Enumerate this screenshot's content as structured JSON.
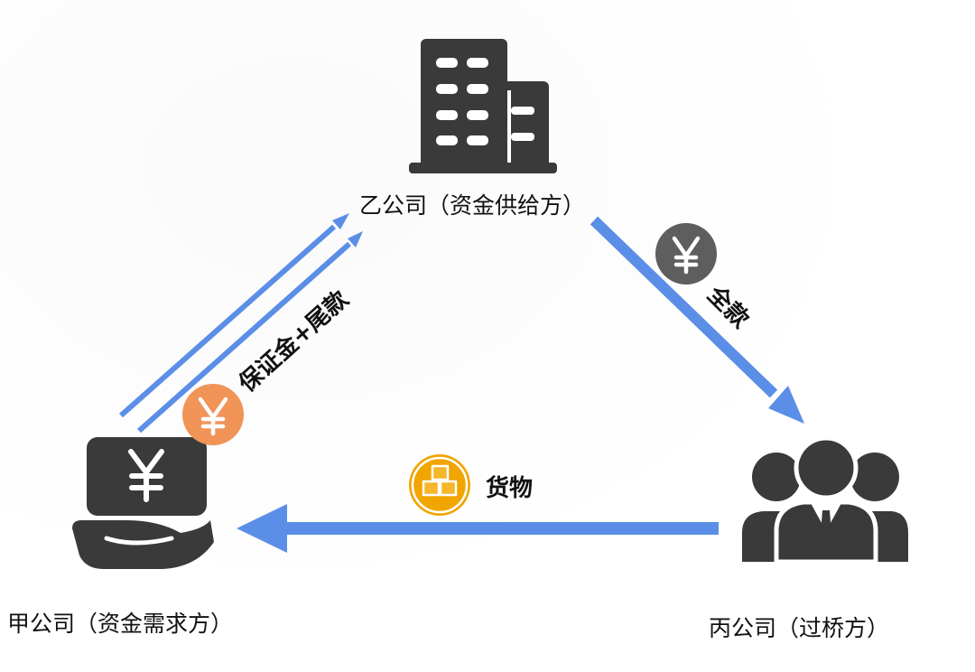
{
  "parties": {
    "a": {
      "label": "甲公司（资金需求方）",
      "icon": "hand-holding-money-icon"
    },
    "b": {
      "label": "乙公司（资金供给方）",
      "icon": "office-building-icon"
    },
    "c": {
      "label": "丙公司（过桥方）",
      "icon": "business-group-icon"
    }
  },
  "flows": {
    "deposit_balance": {
      "label": "保证金+尾款",
      "symbol": "¥",
      "icon": "yuan-coin-icon",
      "from": "甲公司",
      "to": "乙公司"
    },
    "full_payment": {
      "label": "全款",
      "symbol": "¥",
      "icon": "yuan-coin-icon",
      "from": "乙公司",
      "to": "丙公司"
    },
    "goods": {
      "label": "货物",
      "icon": "goods-boxes-icon",
      "from": "丙公司",
      "to": "甲公司"
    }
  },
  "colors": {
    "arrow": "#5b8ee6",
    "icon_dark": "#3a3a3a",
    "coin_orange": "#f09458",
    "coin_gray": "#5e5e5e",
    "goods_gold": "#f0a500"
  }
}
